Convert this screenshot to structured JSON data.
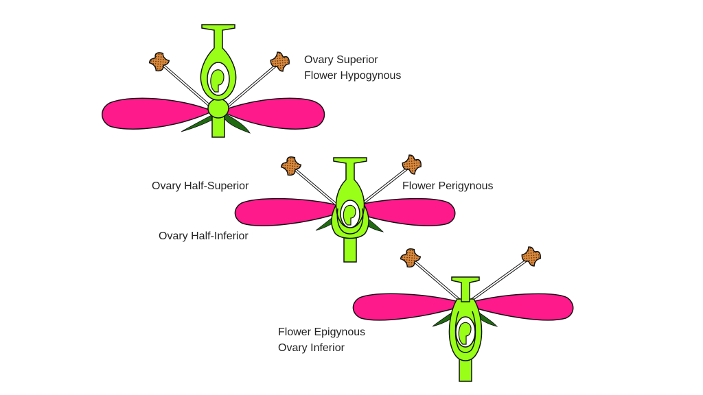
{
  "colors": {
    "petal": "#ff1a8c",
    "receptacle": "#99ff19",
    "sepal": "#1f6b10",
    "anther": "#d98a3d",
    "outline": "#111111",
    "text": "#222222"
  },
  "flowers": [
    {
      "name": "hypogynous",
      "labels": [
        "Ovary Superior",
        "Flower Hypogynous"
      ]
    },
    {
      "name": "perigynous",
      "labels_left_top": "Ovary Half-Superior",
      "labels_left_bottom": "Ovary Half-Inferior",
      "labels_right": "Flower Perigynous"
    },
    {
      "name": "epigynous",
      "labels": [
        "Flower Epigynous",
        "Ovary Inferior"
      ]
    }
  ]
}
